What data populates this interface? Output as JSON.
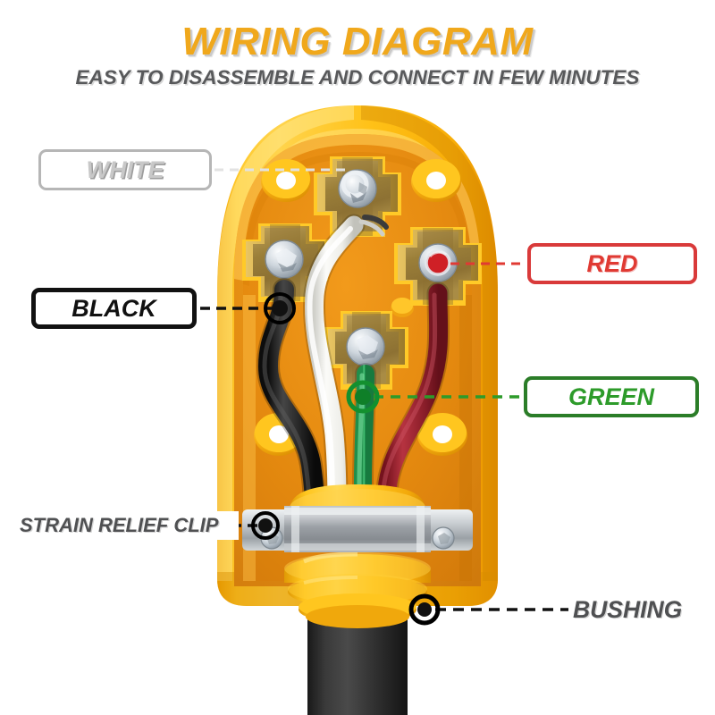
{
  "header": {
    "title": "WIRING DIAGRAM",
    "subtitle": "EASY TO DISASSEMBLE AND CONNECT IN FEW MINUTES"
  },
  "diagram": {
    "subject": "rv-power-cord-plug-open-housing",
    "labels": [
      {
        "id": "white",
        "text": "WHITE",
        "style": "boxed",
        "border_color": "#b6b6b6",
        "text_color": "#c8c8c8",
        "leader": "dashed",
        "leader_color": "#e6e6e6",
        "points_to": "top-terminal-screw"
      },
      {
        "id": "black",
        "text": "BLACK",
        "style": "boxed",
        "border_color": "#111111",
        "text_color": "#111111",
        "leader": "dashed",
        "leader_color": "#111111",
        "points_to": "left-terminal-wire"
      },
      {
        "id": "red",
        "text": "RED",
        "style": "boxed",
        "border_color": "#d93a3a",
        "text_color": "#e03a33",
        "leader": "dashed",
        "leader_color": "#e03a33",
        "points_to": "right-terminal-screw"
      },
      {
        "id": "green",
        "text": "GREEN",
        "style": "boxed",
        "border_color": "#2b7d28",
        "text_color": "#2d9b2a",
        "leader": "dashed",
        "leader_color": "#2d9b2a",
        "points_to": "bottom-ground-wire"
      },
      {
        "id": "strain-relief-clip",
        "text": "STRAIN RELIEF CLIP",
        "style": "plain",
        "text_color": "#4f5052",
        "leader": "dashed",
        "leader_color": "#111111",
        "points_to": "metal-clamp-left-screw"
      },
      {
        "id": "bushing",
        "text": "BUSHING",
        "style": "plain",
        "text_color": "#4f5052",
        "leader": "dashed",
        "leader_color": "#111111",
        "points_to": "yellow-rubber-bushing"
      }
    ],
    "wires": [
      {
        "name": "white",
        "color": "#f2f2ef",
        "terminal": "top"
      },
      {
        "name": "black",
        "color": "#1c1c1c",
        "terminal": "left"
      },
      {
        "name": "red",
        "color": "#9e2430",
        "terminal": "right"
      },
      {
        "name": "green",
        "color": "#2fad5e",
        "terminal": "bottom-ground"
      }
    ],
    "colors": {
      "housing_yellow": "#ffc31e",
      "housing_yellow_light": "#ffd84a",
      "housing_interior_orange": "#e08914",
      "terminal_brass": "#a9883f",
      "screw_silver": "#c9cdd2",
      "clamp_metal": "#b9bcbf",
      "cable_black": "#2b2b2b"
    }
  }
}
